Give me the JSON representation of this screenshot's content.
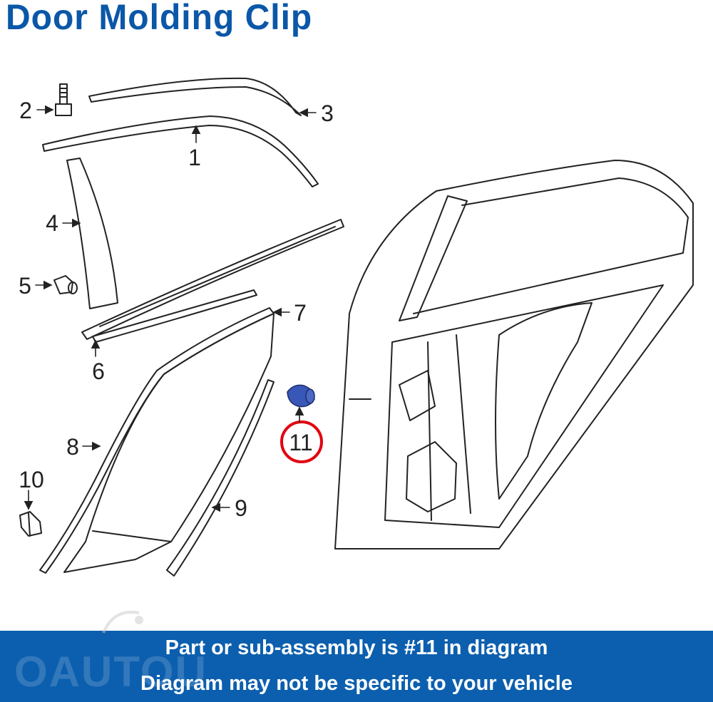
{
  "title": "Door Molding Clip",
  "callouts": {
    "c1": "1",
    "c2": "2",
    "c3": "3",
    "c4": "4",
    "c5": "5",
    "c6": "6",
    "c7": "7",
    "c8": "8",
    "c9": "9",
    "c10": "10",
    "c11": "11"
  },
  "highlight": {
    "part": "11",
    "ring_color": "#e3000f",
    "part_color": "#3957b6"
  },
  "banner": {
    "line1": "Part or sub-assembly is #11 in diagram",
    "line2": "Diagram may not be specific to your vehicle",
    "background": "#0c5fae"
  },
  "watermark": "OAUTOU",
  "colors": {
    "title": "#0b57a8",
    "line": "#222222"
  }
}
